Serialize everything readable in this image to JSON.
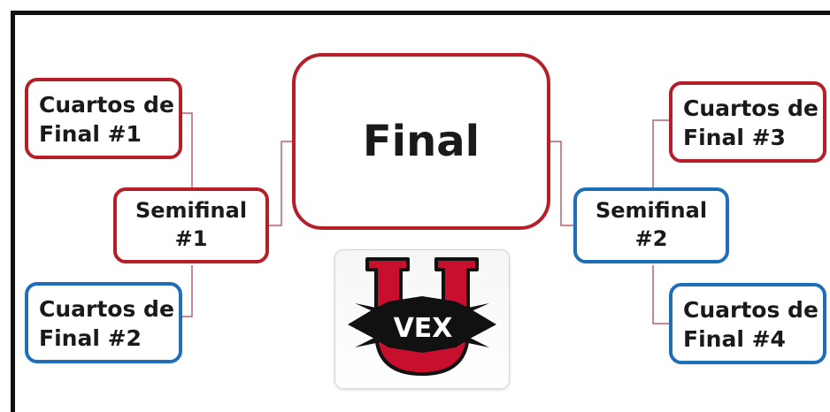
{
  "bracket": {
    "final": {
      "label": "Final"
    },
    "semifinals": [
      {
        "line1": "Semifinal",
        "line2": "#1"
      },
      {
        "line1": "Semifinal",
        "line2": "#2"
      }
    ],
    "quarterfinals": [
      {
        "line1": "Cuartos de",
        "line2": "Final #1"
      },
      {
        "line1": "Cuartos de",
        "line2": "Final #2"
      },
      {
        "line1": "Cuartos de",
        "line2": "Final #3"
      },
      {
        "line1": "Cuartos de",
        "line2": "Final #4"
      }
    ]
  },
  "logo": {
    "text": "VEX",
    "letter": "U"
  },
  "colors": {
    "red_border": "#b51f2a",
    "blue_border": "#1f6fb8",
    "connector": "#b8606a",
    "logo_red": "#c8102e",
    "logo_black": "#111111"
  }
}
